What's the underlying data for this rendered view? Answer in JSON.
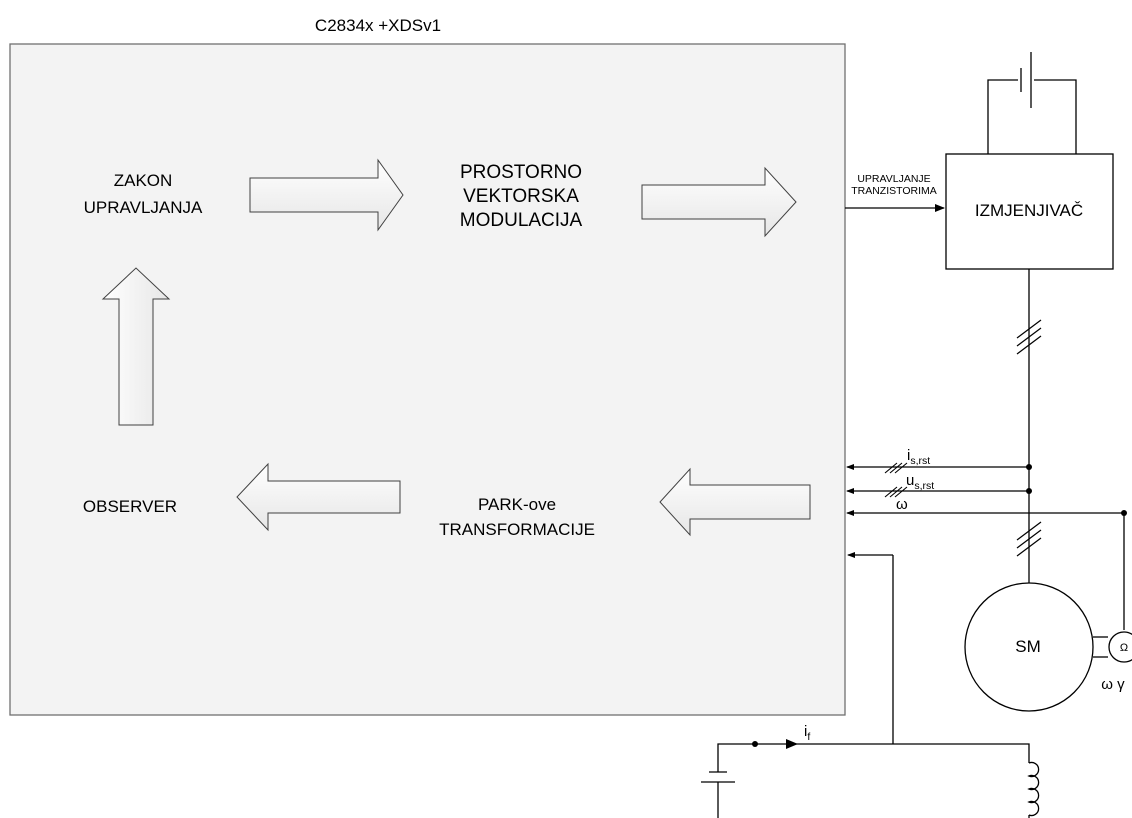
{
  "board_title": "C2834x +XDSv1",
  "blocks": {
    "control_law": [
      "ZAKON",
      "UPRAVLJANJA"
    ],
    "svm": [
      "PROSTORNO",
      "VEKTORSKA",
      "MODULACIJA"
    ],
    "observer": "OBSERVER",
    "park": [
      "PARK-ove",
      "TRANSFORMACIJE"
    ],
    "inverter": "IZMJENJIVAČ",
    "motor": "SM",
    "tacho": "Ω"
  },
  "signals": {
    "control": [
      "UPRAVLJANJE",
      "TRANZISTORIMA"
    ],
    "current": {
      "main": "i",
      "sub": "s,rst"
    },
    "voltage": {
      "main": "u",
      "sub": "s,rst"
    },
    "speed": "ω",
    "field_current": {
      "main": "i",
      "sub": "f"
    },
    "motor_outputs": "ω  γ"
  },
  "colors": {
    "board_fill": "#f3f3f3",
    "arrow_fill_light": "#ffffff",
    "arrow_fill_dark": "#e6e6e6",
    "line": "#000000"
  }
}
